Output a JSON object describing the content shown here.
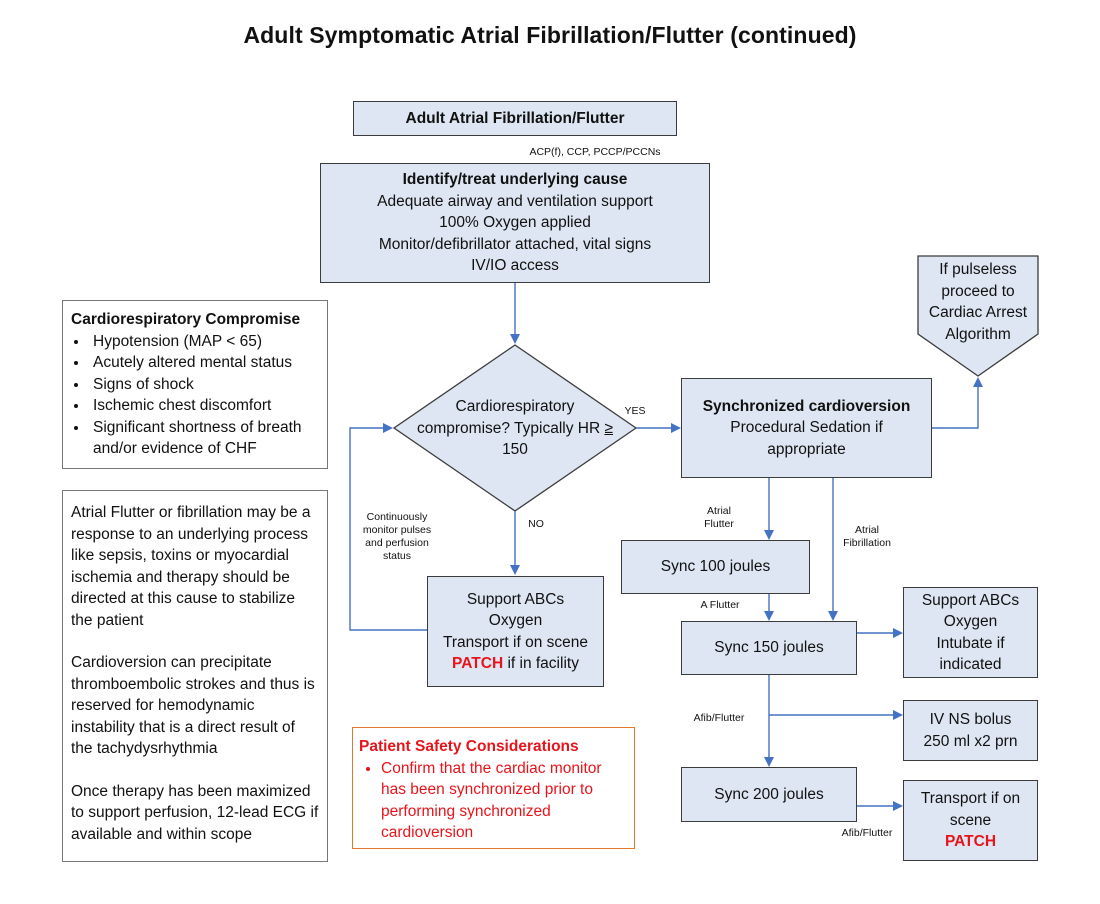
{
  "title": "Adult Symptomatic Atrial Fibrillation/Flutter (continued)",
  "header_box": "Adult Atrial Fibrillation/Flutter",
  "scope_label": "ACP(f), CCP, PCCP/PCCNs",
  "identify_box": {
    "heading": "Identify/treat underlying cause",
    "lines": [
      "Adequate airway and ventilation support",
      "100% Oxygen applied",
      "Monitor/defibrillator attached, vital signs",
      "IV/IO access"
    ]
  },
  "compromise_note": {
    "heading": "Cardiorespiratory Compromise",
    "items": [
      "Hypotension (MAP < 65)",
      "Acutely altered mental status",
      "Signs of shock",
      "Ischemic chest discomfort",
      "Significant shortness of breath and/or evidence of CHF"
    ]
  },
  "info_note": {
    "paragraphs": [
      "Atrial Flutter or fibrillation may be a response to an underlying process like sepsis, toxins or myocardial ischemia and therapy should be directed at this cause to stabilize the patient",
      "Cardioversion can precipitate thromboembolic strokes and thus is reserved for hemodynamic instability that is a direct result of the tachydysrhythmia",
      "Once therapy has been maximized to support perfusion, 12-lead ECG if available and within scope"
    ]
  },
  "decision": {
    "line1": "Cardiorespiratory",
    "line2": "compromise?",
    "line3_prefix": "Typically HR ",
    "line3_ge": "≥",
    "line3_suffix": " 150"
  },
  "labels": {
    "yes": "YES",
    "no": "NO",
    "monitor": [
      "Continuously",
      "monitor pulses",
      "and perfusion",
      "status"
    ],
    "atrial_flutter": [
      "Atrial",
      "Flutter"
    ],
    "atrial_fibrillation": [
      "Atrial",
      "Fibrillation"
    ],
    "a_flutter": "A Flutter",
    "afib_flutter_1": "Afib/Flutter",
    "afib_flutter_2": "Afib/Flutter"
  },
  "pulseless_box": [
    "If pulseless",
    "proceed to",
    "Cardiac Arrest",
    "Algorithm"
  ],
  "sync_cardioversion_box": {
    "heading": "Synchronized cardioversion",
    "lines": [
      "Procedural Sedation if",
      "appropriate"
    ]
  },
  "support_box_left": {
    "lines": [
      "Support ABCs",
      "Oxygen",
      "Transport if on scene"
    ],
    "patch": "PATCH",
    "patch_suffix": " if in facility"
  },
  "sync_100": "Sync 100 joules",
  "sync_150": "Sync 150 joules",
  "sync_200": "Sync 200 joules",
  "support_box_right": [
    "Support ABCs",
    "Oxygen",
    "Intubate if",
    "indicated"
  ],
  "ns_bolus_box": [
    "IV NS bolus",
    "250 ml x2 prn"
  ],
  "transport_box": {
    "lines": [
      "Transport if on",
      "scene"
    ],
    "patch": "PATCH"
  },
  "safety": {
    "heading": "Patient Safety Considerations",
    "items": [
      "Confirm that the cardiac monitor has been synchronized prior to performing synchronized cardioversion"
    ]
  },
  "colors": {
    "box_fill": "#dde6f2",
    "connector": "#4472c4",
    "alert": "#e8141b",
    "safety_border": "#e3782c"
  }
}
